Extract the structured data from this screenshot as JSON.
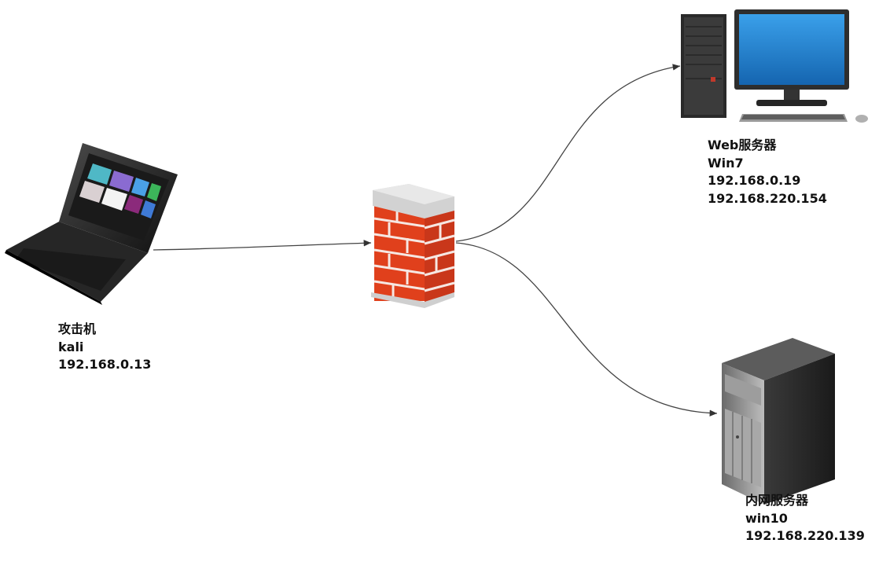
{
  "nodes": {
    "attacker": {
      "name": "攻击机",
      "os": "kali",
      "ip1": "192.168.0.13"
    },
    "firewall": {
      "icon": "firewall-icon"
    },
    "web_server": {
      "name": "Web服务器",
      "os": "Win7",
      "ip1": "192.168.0.19",
      "ip2": "192.168.220.154"
    },
    "internal_server": {
      "name": "内网服务器",
      "os": "win10",
      "ip1": "192.168.220.139"
    }
  },
  "edges": [
    {
      "from": "attacker",
      "to": "firewall"
    },
    {
      "from": "firewall",
      "to": "web_server"
    },
    {
      "from": "firewall",
      "to": "internal_server"
    }
  ],
  "colors": {
    "brick": "#e0401c",
    "mortar": "#f5f5f5",
    "screen_blue": "#1e88d8",
    "server_dark": "#2b2b2b",
    "edge": "#444444"
  }
}
